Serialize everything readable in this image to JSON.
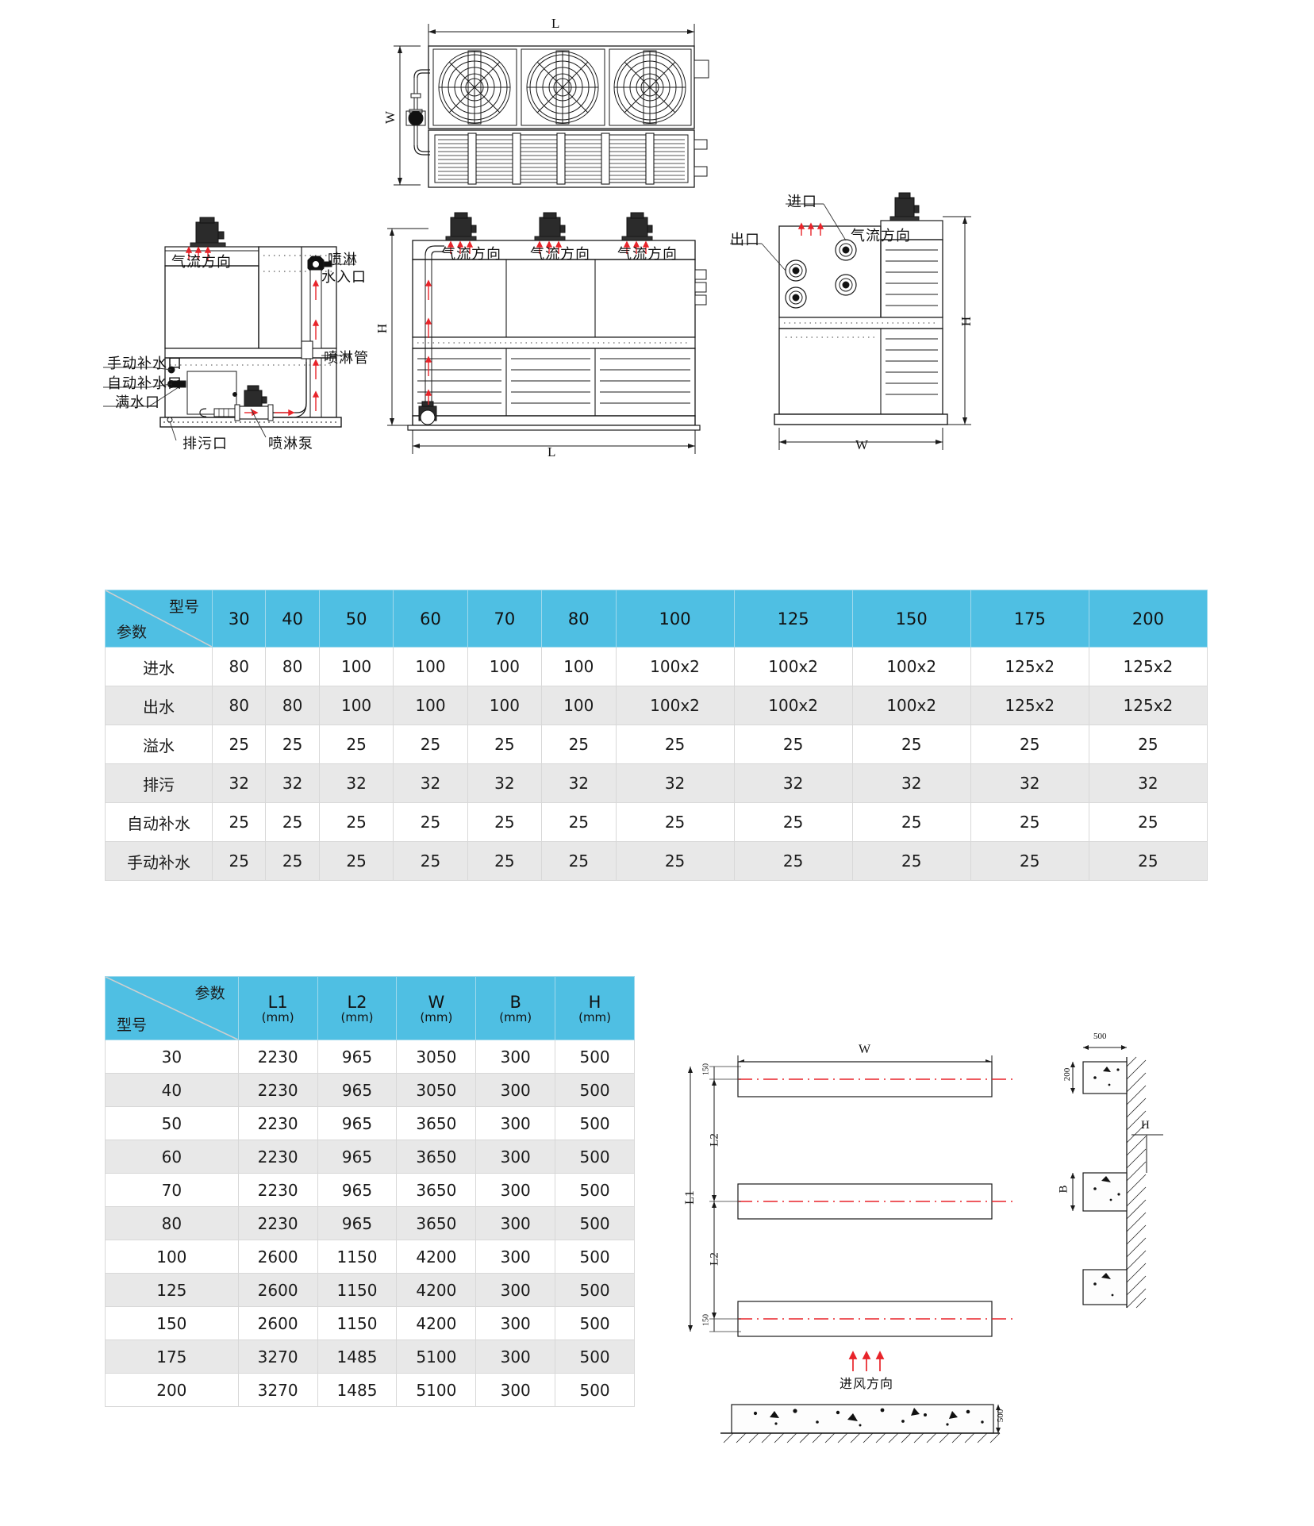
{
  "drawings": {
    "top_view": {
      "dim_L": "L",
      "dim_W": "W"
    },
    "left_side_view": {
      "airflow": "气流方向",
      "spray_inlet_line1": "喷淋",
      "spray_inlet_line2": "水入口",
      "spray_pipe": "喷淋管",
      "manual_makeup": "手动补水口",
      "auto_makeup": "自动补水口",
      "overflow_port": "满水口",
      "drain_port": "排污口",
      "spray_pump": "喷淋泵"
    },
    "front_view": {
      "airflow_1": "气流方向",
      "airflow_2": "气流方向",
      "airflow_3": "气流方向",
      "dim_H": "H",
      "dim_L": "L"
    },
    "right_side_view": {
      "inlet": "进口",
      "outlet": "出口",
      "airflow": "气流方向",
      "dim_H": "H",
      "dim_W": "W"
    },
    "foundation_plan": {
      "dim_W": "W",
      "dim_L1": "L1",
      "dim_L2_top": "L2",
      "dim_L2_bottom": "L2",
      "dim_150_top": "150",
      "dim_150_bottom": "150",
      "intake_direction": "进风方向",
      "dim_500_top": "500",
      "dim_200": "200",
      "dim_H": "H",
      "dim_B": "B",
      "dim_500_slab": "500"
    }
  },
  "table_ports": {
    "corner_top_right": "型号",
    "corner_bottom_left": "参数",
    "models": [
      "30",
      "40",
      "50",
      "60",
      "70",
      "80",
      "100",
      "125",
      "150",
      "175",
      "200"
    ],
    "rows": [
      {
        "label": "进水",
        "values": [
          "80",
          "80",
          "100",
          "100",
          "100",
          "100",
          "100x2",
          "100x2",
          "100x2",
          "125x2",
          "125x2"
        ]
      },
      {
        "label": "出水",
        "values": [
          "80",
          "80",
          "100",
          "100",
          "100",
          "100",
          "100x2",
          "100x2",
          "100x2",
          "125x2",
          "125x2"
        ]
      },
      {
        "label": "溢水",
        "values": [
          "25",
          "25",
          "25",
          "25",
          "25",
          "25",
          "25",
          "25",
          "25",
          "25",
          "25"
        ]
      },
      {
        "label": "排污",
        "values": [
          "32",
          "32",
          "32",
          "32",
          "32",
          "32",
          "32",
          "32",
          "32",
          "32",
          "32"
        ]
      },
      {
        "label": "自动补水",
        "values": [
          "25",
          "25",
          "25",
          "25",
          "25",
          "25",
          "25",
          "25",
          "25",
          "25",
          "25"
        ]
      },
      {
        "label": "手动补水",
        "values": [
          "25",
          "25",
          "25",
          "25",
          "25",
          "25",
          "25",
          "25",
          "25",
          "25",
          "25"
        ]
      }
    ]
  },
  "table_dimensions": {
    "corner_top_right": "参数",
    "corner_bottom_left": "型号",
    "columns": [
      {
        "name": "L1",
        "unit": "(mm)"
      },
      {
        "name": "L2",
        "unit": "(mm)"
      },
      {
        "name": "W",
        "unit": "(mm)"
      },
      {
        "name": "B",
        "unit": "(mm)"
      },
      {
        "name": "H",
        "unit": "(mm)"
      }
    ],
    "rows": [
      {
        "model": "30",
        "values": [
          "2230",
          "965",
          "3050",
          "300",
          "500"
        ]
      },
      {
        "model": "40",
        "values": [
          "2230",
          "965",
          "3050",
          "300",
          "500"
        ]
      },
      {
        "model": "50",
        "values": [
          "2230",
          "965",
          "3650",
          "300",
          "500"
        ]
      },
      {
        "model": "60",
        "values": [
          "2230",
          "965",
          "3650",
          "300",
          "500"
        ]
      },
      {
        "model": "70",
        "values": [
          "2230",
          "965",
          "3650",
          "300",
          "500"
        ]
      },
      {
        "model": "80",
        "values": [
          "2230",
          "965",
          "3650",
          "300",
          "500"
        ]
      },
      {
        "model": "100",
        "values": [
          "2600",
          "1150",
          "4200",
          "300",
          "500"
        ]
      },
      {
        "model": "125",
        "values": [
          "2600",
          "1150",
          "4200",
          "300",
          "500"
        ]
      },
      {
        "model": "150",
        "values": [
          "2600",
          "1150",
          "4200",
          "300",
          "500"
        ]
      },
      {
        "model": "175",
        "values": [
          "3270",
          "1485",
          "5100",
          "300",
          "500"
        ]
      },
      {
        "model": "200",
        "values": [
          "3270",
          "1485",
          "5100",
          "300",
          "500"
        ]
      }
    ]
  },
  "colors": {
    "header_blue": "#4fbfe3",
    "row_alt": "#e8e8e8",
    "arrow_red": "#e8242a",
    "line_black": "#1a1a1a"
  }
}
